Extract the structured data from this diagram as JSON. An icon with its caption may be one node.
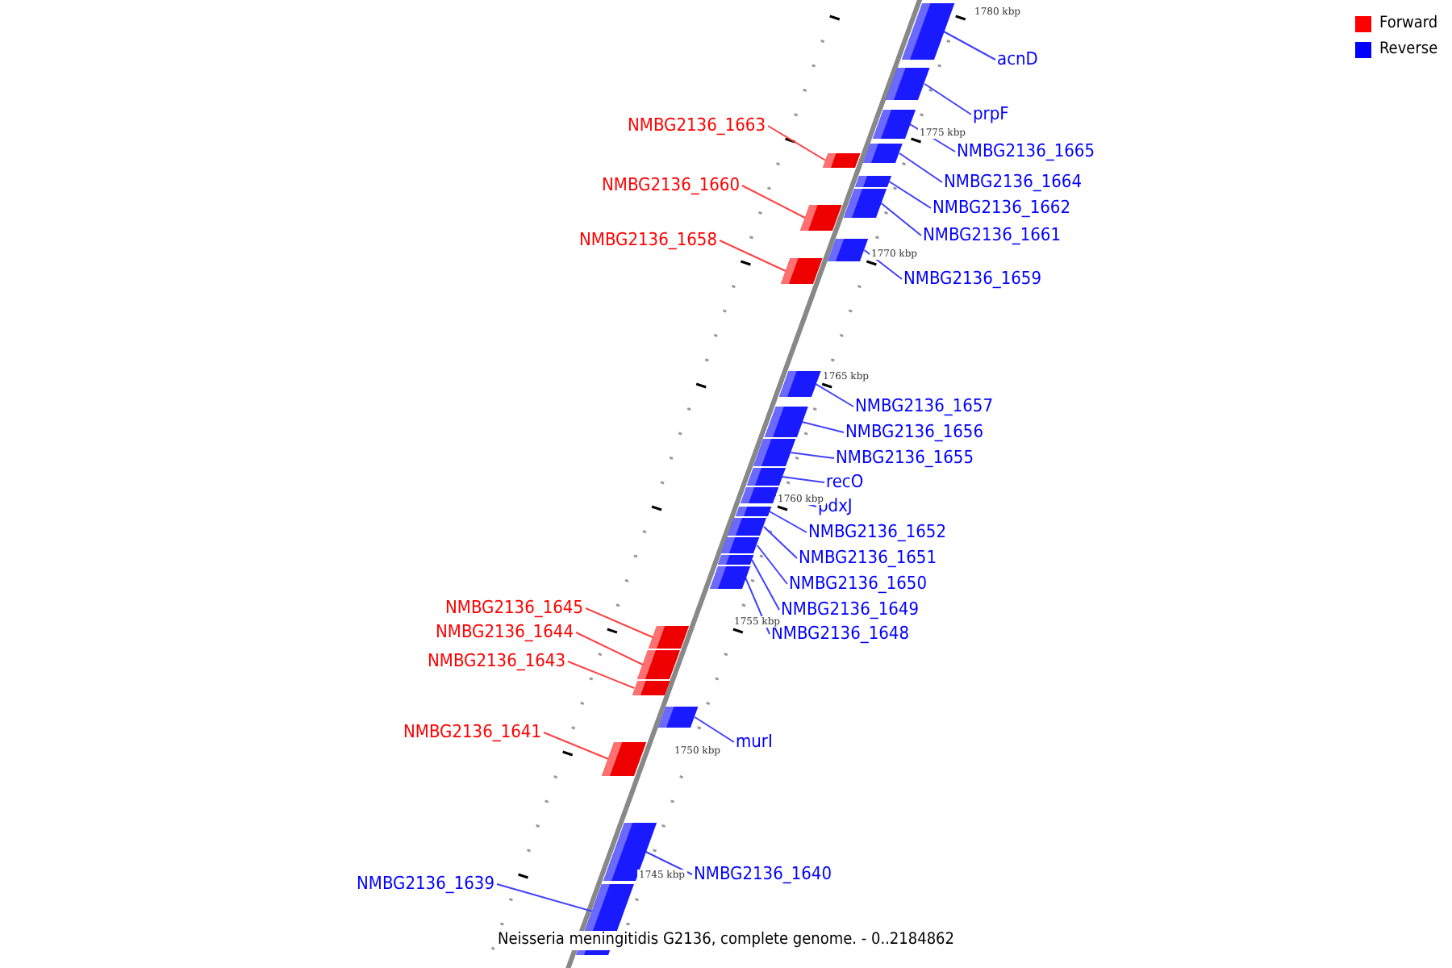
{
  "diagram": {
    "caption": "Neisseria meningitidis G2136, complete genome. - 0..2184862",
    "nodes": [
      {
        "text": [
          "acnD"
        ]
      },
      {
        "text": [],
        "shape": "box"
      },
      {
        "text": [
          "prpF"
        ]
      },
      {
        "text": [],
        "shape": "box"
      },
      {
        "text": [
          "NMBG2136_1663"
        ]
      },
      {
        "text": [],
        "shape": "box"
      },
      {
        "text": [
          "NMBG2136_1665"
        ]
      },
      {
        "text": [],
        "shape": "box"
      },
      {
        "text": [
          "NMBG2136_1664"
        ]
      },
      {
        "text": [],
        "shape": "box"
      },
      {
        "text": [
          "NMBG2136_1660"
        ]
      },
      {
        "text": [],
        "shape": "box"
      },
      {
        "text": [
          "NMBG2136_1662"
        ]
      },
      {
        "text": [],
        "shape": "box"
      },
      {
        "text": [
          "NMBG2136_1661"
        ]
      },
      {
        "text": [],
        "shape": "box"
      },
      {
        "text": [
          "NMBG2136_1658"
        ]
      },
      {
        "text": [],
        "shape": "box"
      },
      {
        "text": [
          "NMBG2136_1659"
        ]
      },
      {
        "text": [],
        "shape": "box"
      },
      {
        "text": [
          "NMBG2136_1657"
        ]
      },
      {
        "text": [],
        "shape": "box"
      },
      {
        "text": [
          "NMBG2136_1656"
        ]
      },
      {
        "text": [],
        "shape": "box"
      },
      {
        "text": [
          "NMBG2136_1655"
        ]
      },
      {
        "text": [],
        "shape": "box"
      },
      {
        "text": [
          "recO"
        ]
      },
      {
        "text": [],
        "shape": "box"
      },
      {
        "text": [
          "pdxJ"
        ]
      },
      {
        "text": [],
        "shape": "box"
      },
      {
        "text": [
          "NMBG2136_1652"
        ]
      },
      {
        "text": [],
        "shape": "box"
      },
      {
        "text": [
          "NMBG2136_1651"
        ]
      },
      {
        "text": [],
        "shape": "box"
      },
      {
        "text": [
          "NMBG2136_1650"
        ]
      },
      {
        "text": [],
        "shape": "box"
      },
      {
        "text": [
          "NMBG2136_1649"
        ]
      },
      {
        "text": [],
        "shape": "box"
      },
      {
        "text": [
          "NMBG2136_1645"
        ]
      },
      {
        "text": [],
        "shape": "box"
      },
      {
        "text": [
          "NMBG2136_1644"
        ]
      },
      {
        "text": [],
        "shape": "box"
      },
      {
        "text": [
          "NMBG2136_1648"
        ]
      },
      {
        "text": [],
        "shape": "box"
      },
      {
        "text": [
          "NMBG2136_1643"
        ]
      },
      {
        "text": [],
        "shape": "box"
      },
      {
        "text": [
          "NMBG2136_1641"
        ]
      },
      {
        "text": [],
        "shape": "box"
      },
      {
        "text": [
          "murI"
        ]
      },
      {
        "text": [],
        "shape": "box"
      },
      {
        "text": [
          "NMBG2136_1640"
        ]
      },
      {
        "text": [],
        "shape": "box"
      },
      {
        "text": [
          "NMBG2136_1639"
        ]
      },
      {
        "text": [],
        "shape": "box"
      }
    ],
    "edges": [
      {
        "from": 0,
        "to": 1,
        "arrow": "none"
      },
      {
        "from": 2,
        "to": 3,
        "arrow": "none"
      },
      {
        "from": 4,
        "to": 5,
        "arrow": "none",
        "color": "#ff4040"
      },
      {
        "from": 6,
        "to": 7,
        "arrow": "none"
      },
      {
        "from": 8,
        "to": 9,
        "arrow": "none"
      },
      {
        "from": 10,
        "to": 11,
        "arrow": "none",
        "color": "#ff4040"
      },
      {
        "from": 12,
        "to": 13,
        "arrow": "none"
      },
      {
        "from": 14,
        "to": 15,
        "arrow": "none"
      },
      {
        "from": 16,
        "to": 17,
        "arrow": "none",
        "color": "#ff4040"
      },
      {
        "from": 18,
        "to": 19,
        "arrow": "none"
      },
      {
        "from": 20,
        "to": 21,
        "arrow": "none"
      },
      {
        "from": 22,
        "to": 23,
        "arrow": "none"
      },
      {
        "from": 24,
        "to": 25,
        "arrow": "none"
      },
      {
        "from": 26,
        "to": 27,
        "arrow": "none"
      },
      {
        "from": 28,
        "to": 29,
        "arrow": "none"
      },
      {
        "from": 30,
        "to": 31,
        "arrow": "none"
      },
      {
        "from": 32,
        "to": 33,
        "arrow": "none"
      },
      {
        "from": 34,
        "to": 35,
        "arrow": "none"
      },
      {
        "from": 36,
        "to": 37,
        "arrow": "none"
      },
      {
        "from": 38,
        "to": 39,
        "arrow": "none",
        "color": "#ff4040"
      },
      {
        "from": 40,
        "to": 41,
        "arrow": "none",
        "color": "#ff4040"
      },
      {
        "from": 42,
        "to": 43,
        "arrow": "none"
      },
      {
        "from": 44,
        "to": 45,
        "arrow": "none",
        "color": "#ff4040"
      },
      {
        "from": 46,
        "to": 47,
        "arrow": "none",
        "color": "#ff4040"
      },
      {
        "from": 48,
        "to": 49,
        "arrow": "none"
      },
      {
        "from": 50,
        "to": 51,
        "arrow": "none"
      },
      {
        "from": 52,
        "to": 53,
        "arrow": "none"
      }
    ],
    "labels": [
      "1780 kbp",
      "1775 kbp",
      "1770 kbp",
      "1765 kbp",
      "1760 kbp",
      "1755 kbp",
      "1750 kbp",
      "1745 kbp"
    ],
    "legend": [
      {
        "text": "Forward",
        "color": "#ff0000"
      },
      {
        "text": "Reverse",
        "color": "#0000ff"
      }
    ]
  }
}
